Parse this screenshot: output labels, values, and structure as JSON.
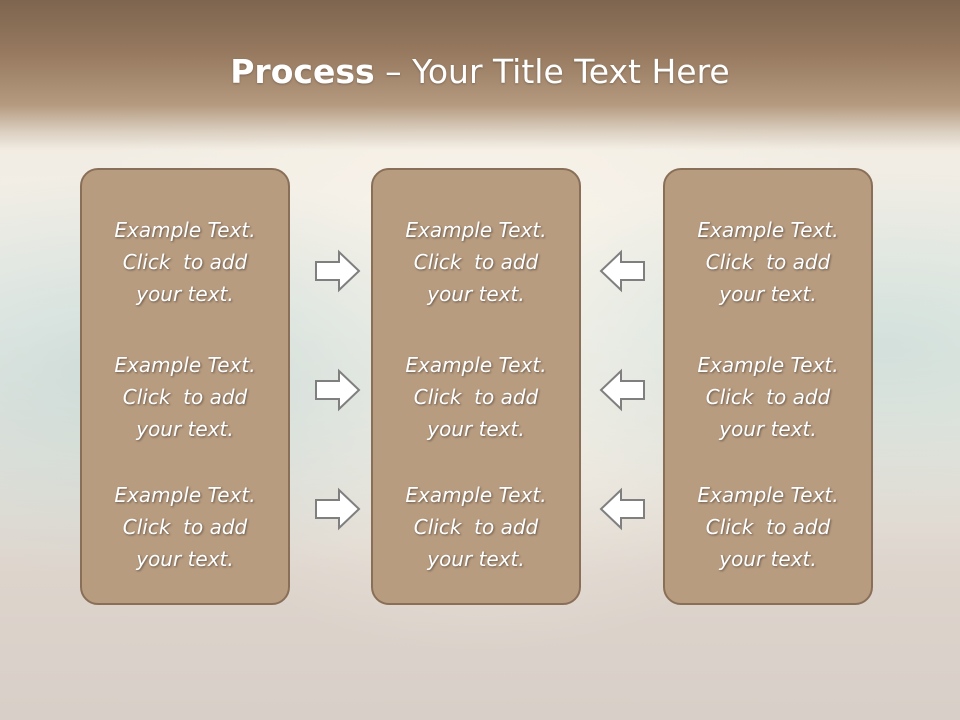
{
  "slide": {
    "title_bold": "Process",
    "title_rest": " – Your Title Text Here"
  },
  "panels": [
    {
      "items": [
        {
          "line1": "Example Text.",
          "line2": "Click  to add",
          "line3": "your text."
        },
        {
          "line1": "Example Text.",
          "line2": "Click  to add",
          "line3": "your text."
        },
        {
          "line1": "Example Text.",
          "line2": "Click  to add",
          "line3": "your text."
        }
      ]
    },
    {
      "items": [
        {
          "line1": "Example Text.",
          "line2": "Click  to add",
          "line3": "your text."
        },
        {
          "line1": "Example Text.",
          "line2": "Click  to add",
          "line3": "your text."
        },
        {
          "line1": "Example Text.",
          "line2": "Click  to add",
          "line3": "your text."
        }
      ]
    },
    {
      "items": [
        {
          "line1": "Example Text.",
          "line2": "Click  to add",
          "line3": "your text."
        },
        {
          "line1": "Example Text.",
          "line2": "Click  to add",
          "line3": "your text."
        },
        {
          "line1": "Example Text.",
          "line2": "Click  to add",
          "line3": "your text."
        }
      ]
    }
  ],
  "arrows": {
    "left_group": "arrow-right-icon",
    "right_group": "arrow-left-icon"
  },
  "colors": {
    "header": "#96795f",
    "panel_fill": "#b89c80",
    "panel_border": "#8a6f58",
    "arrow_fill": "#ffffff",
    "arrow_stroke": "#7f7f7f"
  }
}
